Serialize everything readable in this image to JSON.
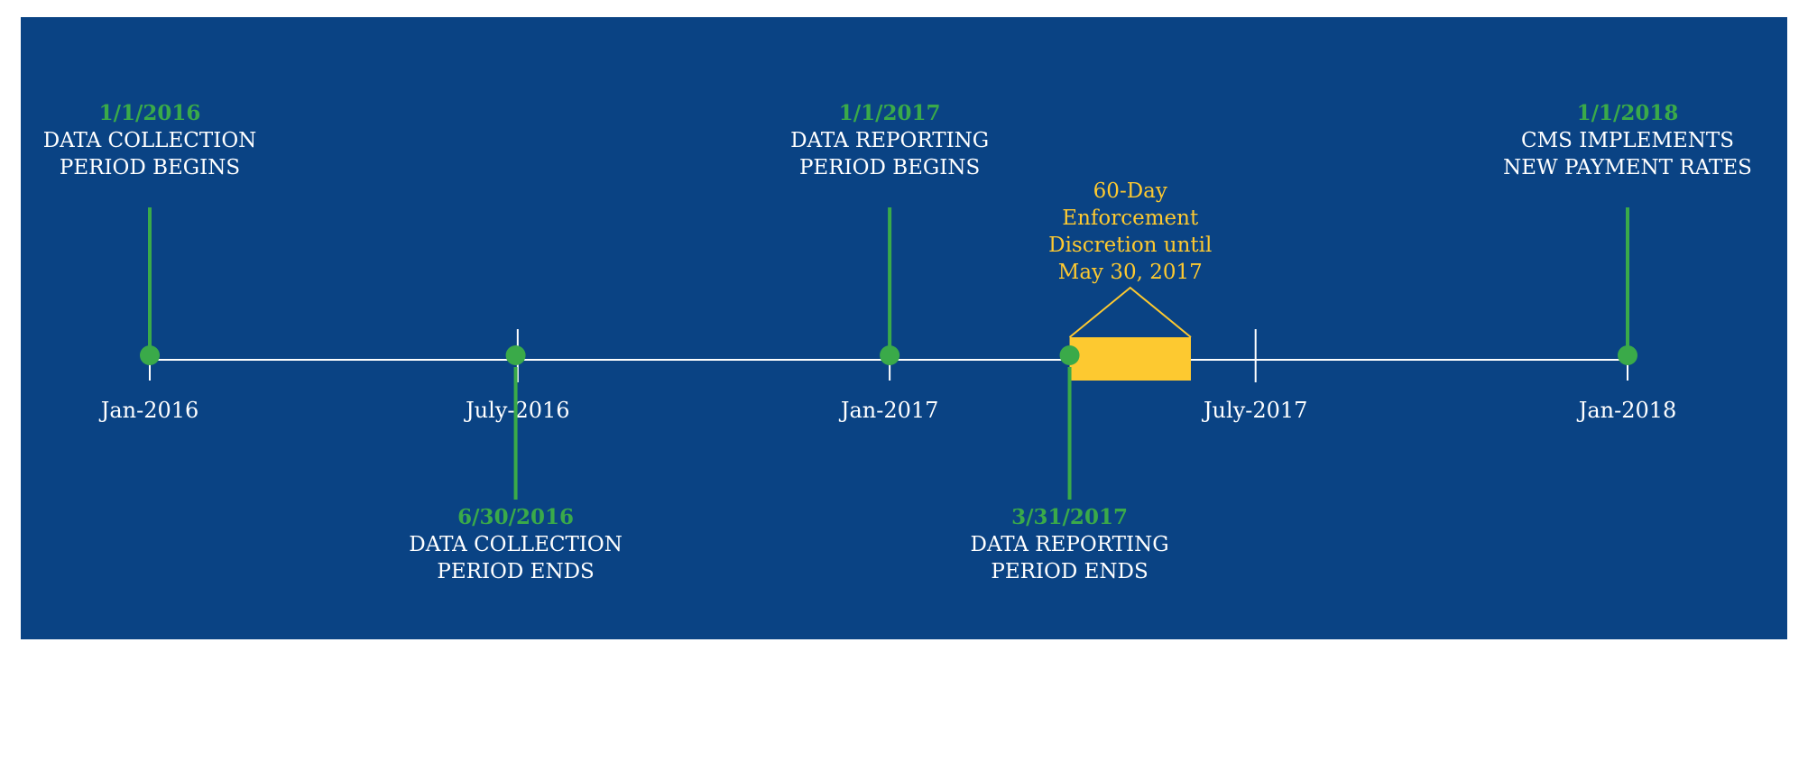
{
  "colors": {
    "panel": "#0a4384",
    "page": "#ffffff",
    "axis": "#ffffff",
    "milestone": "#3aaa49",
    "milestone_text": "#3aaa49",
    "text": "#ffffff",
    "highlight": "#fdc930"
  },
  "axis": {
    "ticks": [
      {
        "label": "Jan-2016"
      },
      {
        "label": "July-2016"
      },
      {
        "label": "Jan-2017"
      },
      {
        "label": "July-2017"
      },
      {
        "label": "Jan-2018"
      }
    ]
  },
  "milestones": [
    {
      "date": "1/1/2016",
      "lines": [
        "DATA COLLECTION",
        "PERIOD BEGINS"
      ],
      "side": "above"
    },
    {
      "date": "6/30/2016",
      "lines": [
        "DATA COLLECTION",
        "PERIOD ENDS"
      ],
      "side": "below"
    },
    {
      "date": "1/1/2017",
      "lines": [
        "DATA REPORTING",
        "PERIOD BEGINS"
      ],
      "side": "above"
    },
    {
      "date": "3/31/2017",
      "lines": [
        "DATA REPORTING",
        "PERIOD ENDS"
      ],
      "side": "below"
    },
    {
      "date": "1/1/2018",
      "lines": [
        "CMS IMPLEMENTS",
        "NEW PAYMENT RATES"
      ],
      "side": "above"
    }
  ],
  "enforcement": {
    "start": "3/31/2017",
    "end": "5/30/2017",
    "lines": [
      "60-Day",
      "Enforcement",
      "Discretion until",
      "May 30, 2017"
    ]
  }
}
